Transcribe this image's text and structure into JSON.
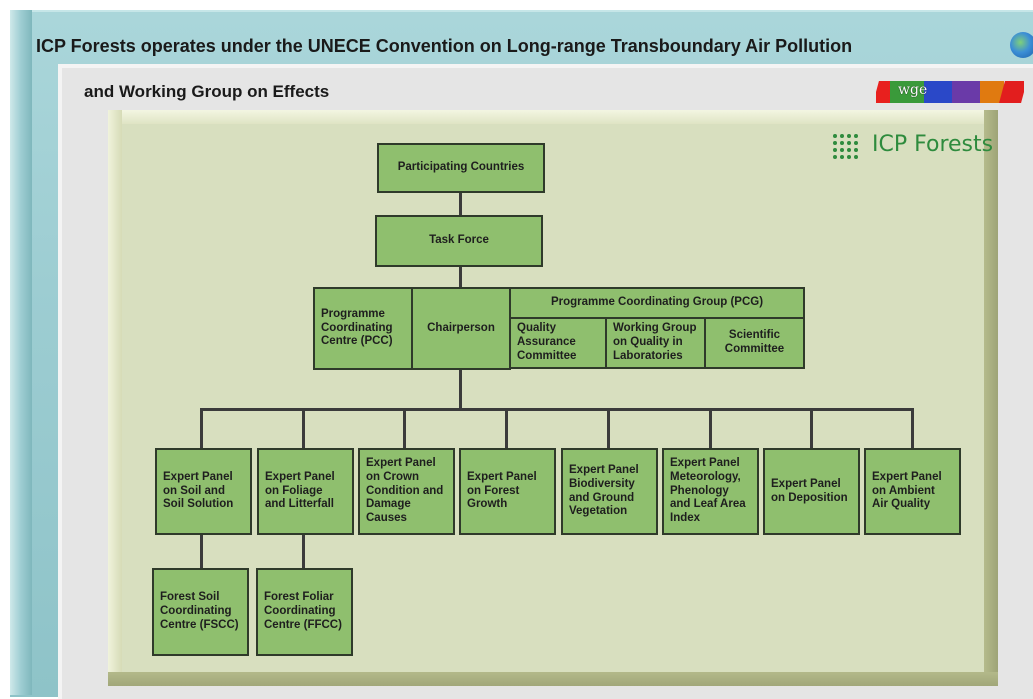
{
  "header": {
    "title": "ICP Forests operates under the UNECE Convention on Long-range Transboundary Air Pollution",
    "globe_icon": "globe-icon"
  },
  "panel": {
    "title": "and Working Group on Effects",
    "wge_logo_text": "wge"
  },
  "logo": {
    "text": "ICP Forests",
    "color": "#2e8b3d"
  },
  "colors": {
    "box_fill": "#8fbf6e",
    "board": "#d8dfbf",
    "frame": "#9dcdd2"
  },
  "org": {
    "participating": "Participating Countries",
    "task_force": "Task Force",
    "pcc": "Programme Coordinating Centre (PCC)",
    "chairperson": "Chairperson",
    "pcg": "Programme Coordinating Group (PCG)",
    "qac": "Quality Assurance Committee",
    "wgql": "Working Group on Quality in Laboratories",
    "sci": "Scientific Committee",
    "panels": [
      "Expert Panel on Soil and Soil Solution",
      "Expert Panel on Foliage and Litterfall",
      "Expert Panel on Crown Condition and Damage Causes",
      "Expert Panel on Forest Growth",
      "Expert Panel Biodiversity and Ground Vegetation",
      "Expert Panel Meteorology, Phenology and Leaf Area Index",
      "Expert Panel on Deposition",
      "Expert Panel on Ambient Air Quality"
    ],
    "fscc": "Forest Soil Coordinating Centre (FSCC)",
    "ffcc": "Forest Foliar Coordinating Centre (FFCC)"
  }
}
